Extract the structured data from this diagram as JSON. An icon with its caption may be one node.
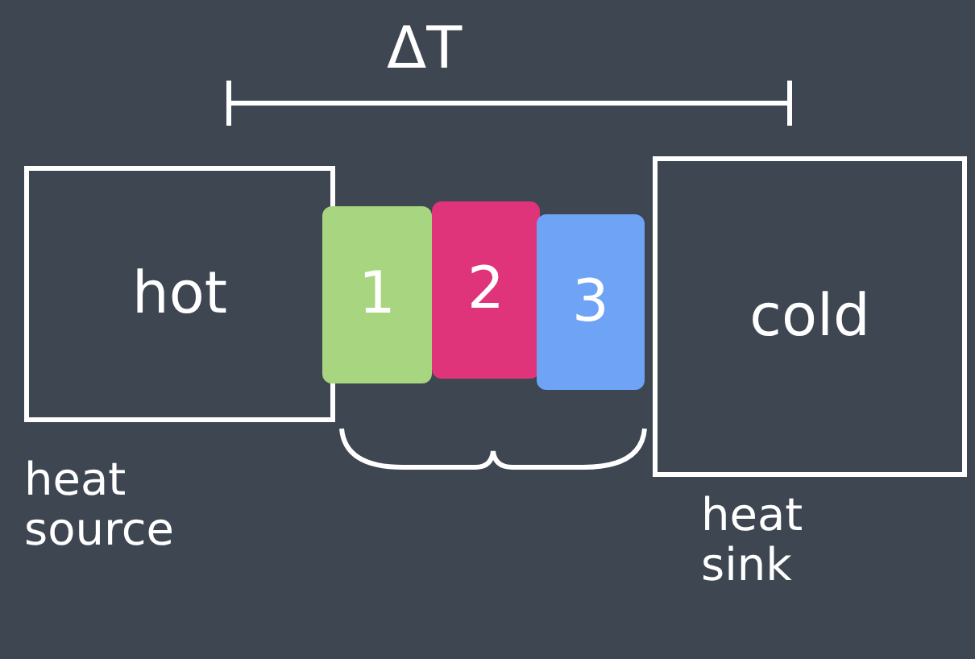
{
  "diagram": {
    "nodes": [
      {
        "text": [
          "hot"
        ],
        "beside": [
          "heat source"
        ]
      },
      {
        "text": [
          "1"
        ]
      },
      {
        "text": [
          "2"
        ]
      },
      {
        "text": [
          "3"
        ]
      },
      {
        "text": [
          "cold"
        ],
        "beside": [
          "heat sink"
        ]
      }
    ],
    "labels": [
      "ΔT"
    ]
  }
}
